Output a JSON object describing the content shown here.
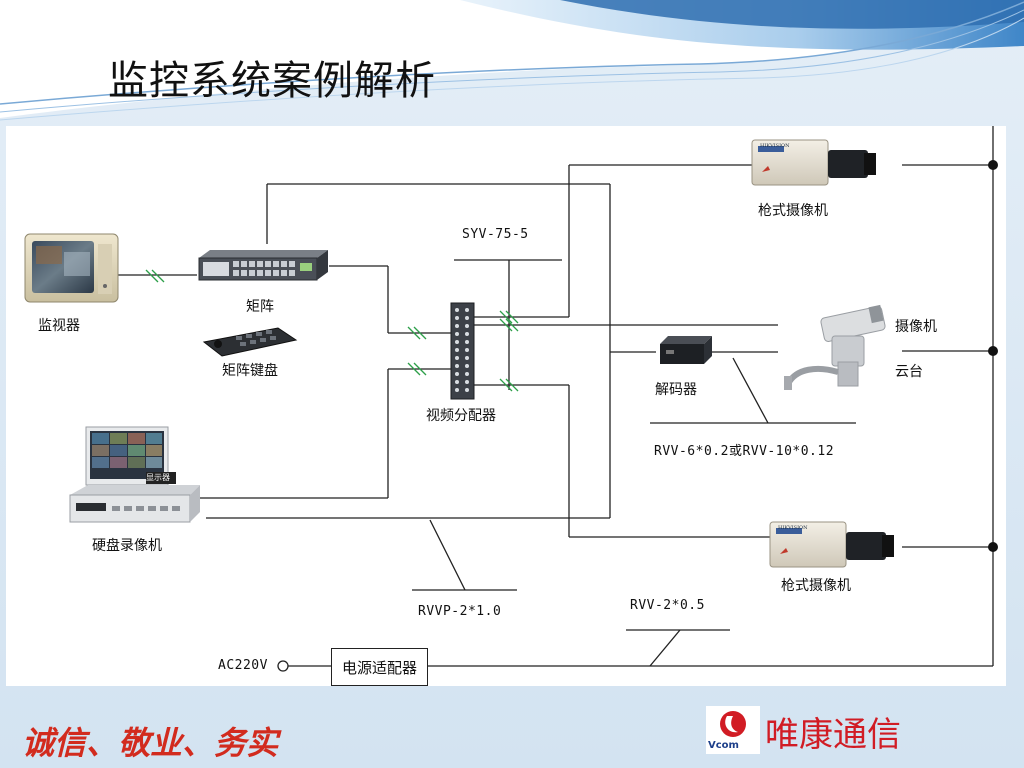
{
  "slide": {
    "title": "监控系统案例解析",
    "slogan": "诚信、敬业、务实",
    "brand": {
      "name": "唯康通信",
      "logo_text": "Vcom"
    }
  },
  "diagram": {
    "labels": {
      "monitor": "监视器",
      "matrix": "矩阵",
      "matrix_keyboard": "矩阵键盘",
      "video_distributor": "视频分配器",
      "camera_top": "枪式摄像机",
      "camera_bottom": "枪式摄像机",
      "ptz_camera": "摄像机",
      "ptz_head": "云台",
      "decoder": "解码器",
      "dvr": "硬盘录像机",
      "dvr_screen": "显示器",
      "power_adapter": "电源适配器",
      "ac_input": "AC220V",
      "cable_syv": "SYV-75-5",
      "cable_rvv_ctrl": "RVV-6*0.2或RVV-10*0.12",
      "cable_rvvp": "RVVP-2*1.0",
      "cable_rvv_power": "RVV-2*0.5",
      "camera_brand": "HIKVISION"
    }
  },
  "theme": {
    "title_color": "#111111",
    "slogan_color": "#d22b1e",
    "brand_color": "#d11c24",
    "accent_blue": "#2f6fb0",
    "line_color": "#222222"
  }
}
